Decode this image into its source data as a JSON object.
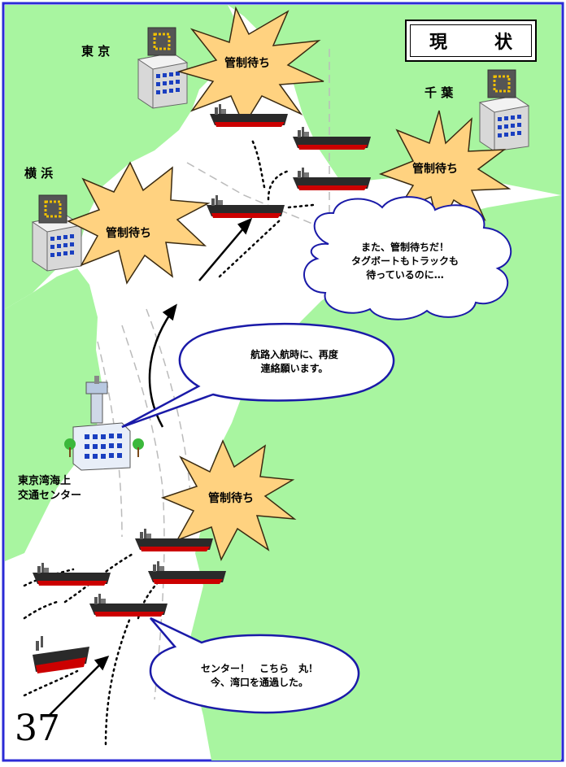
{
  "title": "現　状",
  "places": {
    "tokyo": "東 京",
    "chiba": "千 葉",
    "yokohama": "横 浜",
    "center_line1": "東京湾海上",
    "center_line2": "交通センター"
  },
  "waiting_label": "管制待ち",
  "bubbles": {
    "chiba_thought": [
      "また、管制待ちだ！",
      "タグボートもトラックも",
      "待っているのに…"
    ],
    "center_speech": [
      "航路入航時に、再度",
      "連絡願います。"
    ],
    "ship_speech": [
      "センター！　こちら　丸！",
      "今、湾口を通過した。"
    ]
  },
  "page_number": "37",
  "colors": {
    "land": "#a8f5a0",
    "sea": "#ffffff",
    "frame": "#2b2bd6",
    "burst": "#ffd280",
    "hull_red": "#cc0000",
    "hull_dark": "#2a2a2a",
    "bubble_border": "#1a1aa8"
  }
}
